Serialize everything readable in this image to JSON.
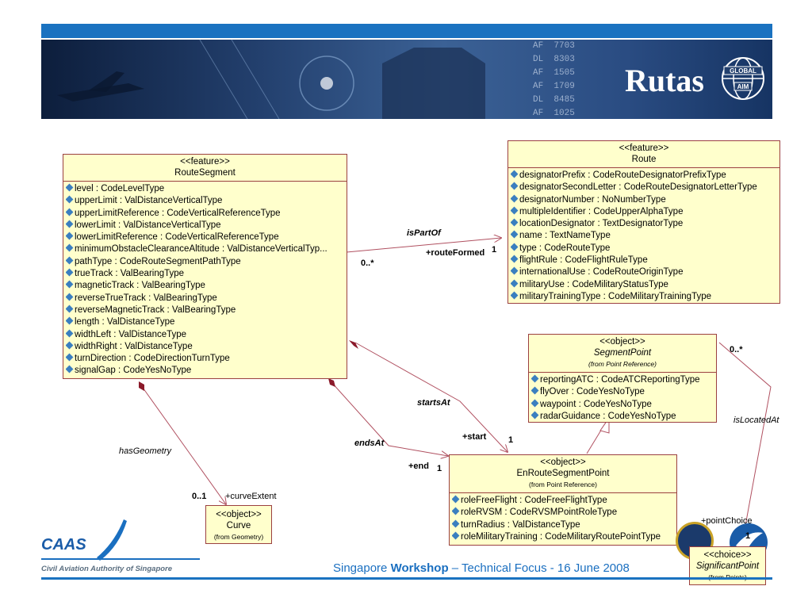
{
  "header": {
    "title": "Rutas",
    "globe_text_top": "GLOBAL",
    "globe_text_bottom": "AIM"
  },
  "classes": {
    "route_segment": {
      "stereotype": "<<feature>>",
      "name": "RouteSegment",
      "attributes": [
        "level : CodeLevelType",
        "upperLimit : ValDistanceVerticalType",
        "upperLimitReference : CodeVerticalReferenceType",
        "lowerLimit : ValDistanceVerticalType",
        "lowerLimitReference : CodeVerticalReferenceType",
        "minimumObstacleClearanceAltitude : ValDistanceVerticalTyp...",
        "pathType : CodeRouteSegmentPathType",
        "trueTrack : ValBearingType",
        "magneticTrack : ValBearingType",
        "reverseTrueTrack : ValBearingType",
        "reverseMagneticTrack : ValBearingType",
        "length : ValDistanceType",
        "widthLeft : ValDistanceType",
        "widthRight : ValDistanceType",
        "turnDirection : CodeDirectionTurnType",
        "signalGap : CodeYesNoType"
      ]
    },
    "route": {
      "stereotype": "<<feature>>",
      "name": "Route",
      "attributes": [
        "designatorPrefix : CodeRouteDesignatorPrefixType",
        "designatorSecondLetter : CodeRouteDesignatorLetterType",
        "designatorNumber : NoNumberType",
        "multipleIdentifier : CodeUpperAlphaType",
        "locationDesignator : TextDesignatorType",
        "name : TextNameType",
        "type : CodeRouteType",
        "flightRule : CodeFlightRuleType",
        "internationalUse : CodeRouteOriginType",
        "militaryUse : CodeMilitaryStatusType",
        "militaryTrainingType : CodeMilitaryTrainingType"
      ]
    },
    "segment_point": {
      "stereotype": "<<object>>",
      "name": "SegmentPoint",
      "origin": "(from Point Reference)",
      "attributes": [
        "reportingATC : CodeATCReportingType",
        "flyOver : CodeYesNoType",
        "waypoint : CodeYesNoType",
        "radarGuidance : CodeYesNoType"
      ]
    },
    "enroute_segment_point": {
      "stereotype": "<<object>>",
      "name": "EnRouteSegmentPoint",
      "origin": "(from Point Reference)",
      "attributes": [
        "roleFreeFlight : CodeFreeFlightType",
        "roleRVSM : CodeRVSMPointRoleType",
        "turnRadius : ValDistanceType",
        "roleMilitaryTraining : CodeMilitaryRoutePointType"
      ]
    },
    "curve": {
      "stereotype": "<<object>>",
      "name": "Curve",
      "origin": "(from Geometry)"
    },
    "significant_point": {
      "stereotype": "<<choice>>",
      "name": "SignificantPoint",
      "origin": "(from Points)"
    }
  },
  "associations": {
    "is_part_of": {
      "name": "isPartOf",
      "role": "+routeFormed",
      "mult_target": "1",
      "mult_source": "0..*"
    },
    "starts_at": {
      "name": "startsAt",
      "role": "+start",
      "mult": "1"
    },
    "ends_at": {
      "name": "endsAt",
      "role": "+end",
      "mult": "1"
    },
    "has_geometry": {
      "name": "hasGeometry",
      "role": "+curveExtent",
      "mult": "0..1"
    },
    "is_located_at": {
      "name": "isLocatedAt",
      "role": "+pointChoice",
      "mult_target": "1",
      "mult_source": "0..*"
    }
  },
  "footer": {
    "prefix": "Singapore ",
    "bold": "Workshop",
    "suffix": " – Technical Focus - 16 June 2008",
    "logo_text": "CAAS",
    "org_name": "Civil Aviation Authority of Singapore"
  },
  "colors": {
    "accent": "#1a72c0",
    "box_fill": "#ffffcc",
    "box_border": "#9b4040",
    "association": "#b05060"
  }
}
